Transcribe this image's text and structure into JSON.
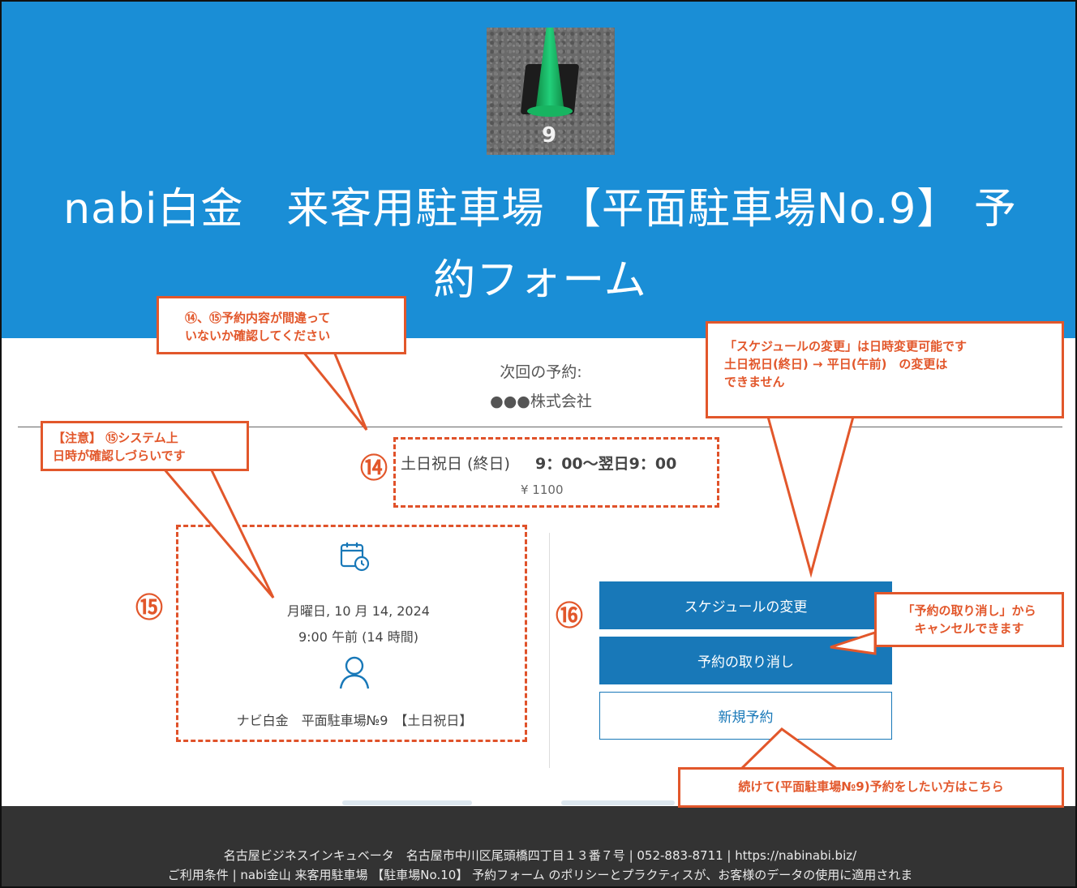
{
  "header": {
    "photo_label": "9",
    "title_line1": "nabi白金　来客用駐車場 【平面駐車場No.9】 予",
    "title_line2": "約フォーム"
  },
  "booking": {
    "next_label": "次回の予約:",
    "company": "●●●株式会社",
    "plan_name": "土日祝日 (終日)",
    "plan_time": "9：00〜翌日9：00",
    "price": "¥ 1100",
    "date": "月曜日, 10 月 14, 2024",
    "time": "9:00 午前 (14 時間)",
    "staff": "ナビ白金　平面駐車場№9　【土日祝日】"
  },
  "actions": {
    "change_schedule": "スケジュールの変更",
    "cancel_booking": "予約の取り消し",
    "new_booking": "新規予約"
  },
  "footer": {
    "company_line": "名古屋ビジネスインキュベータ　名古屋市中川区尾頭橋四丁目１３番７号 | 052-883-8711 | ",
    "url": "https://nabinabi.biz/",
    "terms_link": "ご利用条件",
    "policy_text": " | nabi金山 来客用駐車場 【駐車場No.10】 予約フォーム のポリシーとプラクティスが、お客様のデータの使用に適用されま"
  },
  "annotations": {
    "num14": "⑭",
    "num15": "⑮",
    "num16": "⑯",
    "callout_confirm": [
      "⑭、⑮予約内容が間違って",
      "いないか確認してください"
    ],
    "callout_schedule": [
      "「スケジュールの変更」は日時変更可能です",
      "土日祝日(終日) → 平日(午前)　の変更は",
      "できません"
    ],
    "callout_warning": [
      "【注意】 ⑮システム上",
      "日時が確認しづらいです"
    ],
    "callout_cancel": [
      "「予約の取り消し」から",
      "キャンセルできます"
    ],
    "callout_new": "続けて(平面駐車場№9)予約をしたい方はこちら"
  },
  "colors": {
    "header_blue": "#1a8ed6",
    "button_blue": "#1878b8",
    "annotation_orange": "#e2572b",
    "footer_dark": "#333333"
  }
}
